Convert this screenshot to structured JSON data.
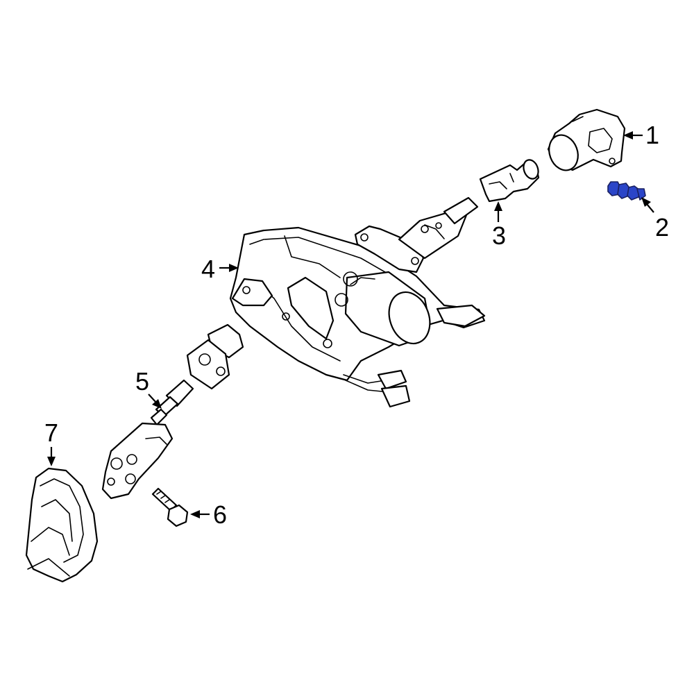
{
  "diagram": {
    "highlight_color": "#2b45c8",
    "callouts": [
      {
        "id": "1",
        "label": "1"
      },
      {
        "id": "2",
        "label": "2"
      },
      {
        "id": "3",
        "label": "3"
      },
      {
        "id": "4",
        "label": "4"
      },
      {
        "id": "5",
        "label": "5"
      },
      {
        "id": "6",
        "label": "6"
      },
      {
        "id": "7",
        "label": "7"
      }
    ]
  }
}
